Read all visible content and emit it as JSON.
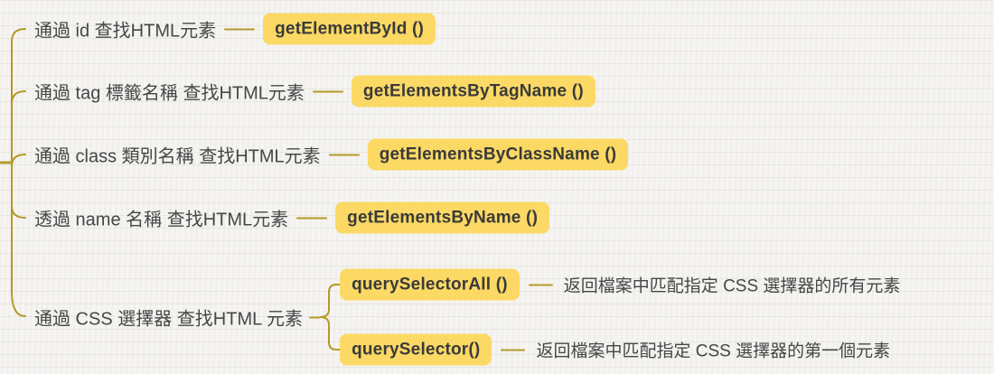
{
  "palette": {
    "background": "#f4f3f0",
    "connector_line": "#b49a28",
    "node_background": "#fbd964",
    "node_text": "#3a3a3a",
    "label_text": "#464646"
  },
  "rows": [
    {
      "label": "通過 id 查找HTML元素",
      "method": "getElementById ()"
    },
    {
      "label": "通過 tag 標籤名稱 查找HTML元素",
      "method": "getElementsByTagName ()"
    },
    {
      "label": "通過 class 類別名稱 查找HTML元素",
      "method": "getElementsByClassName ()"
    },
    {
      "label": "透過 name 名稱 查找HTML元素",
      "method": "getElementsByName ()"
    },
    {
      "label": "通過 CSS 選擇器 查找HTML 元素",
      "children": [
        {
          "method": "querySelectorAll ()",
          "description": "返回檔案中匹配指定 CSS 選擇器的所有元素"
        },
        {
          "method": "querySelector()",
          "description": "返回檔案中匹配指定 CSS 選擇器的第一個元素"
        }
      ]
    }
  ]
}
